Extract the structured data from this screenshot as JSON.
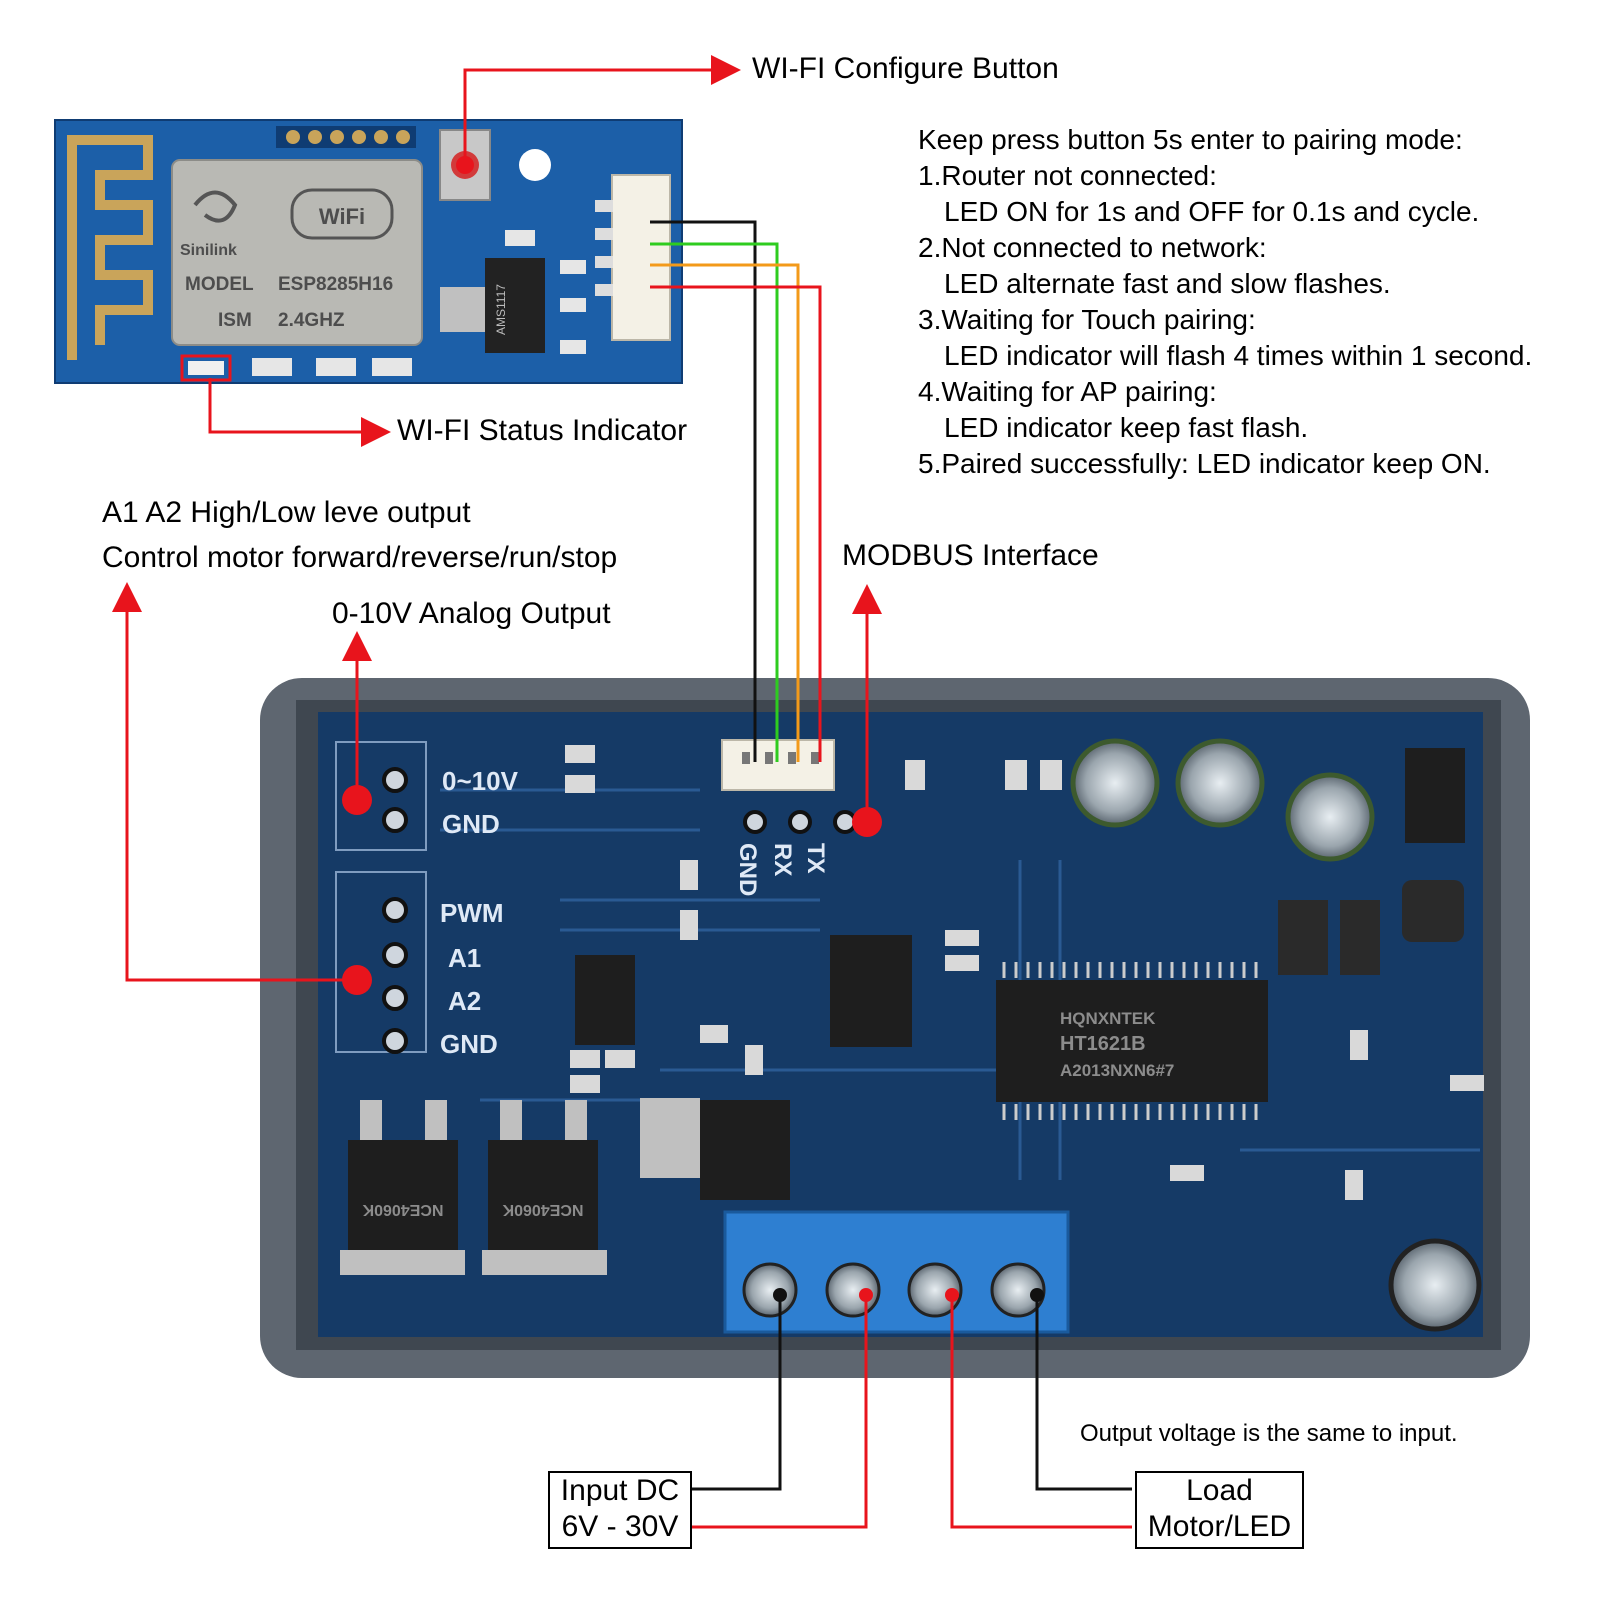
{
  "labels": {
    "wifi_button": "WI-FI Configure Button",
    "wifi_status": "WI-FI Status Indicator",
    "a1a2_line1": "A1 A2 High/Low leve output",
    "a1a2_line2": "Control motor forward/reverse/run/stop",
    "analog": "0-10V Analog Output",
    "modbus": "MODBUS Interface",
    "output_note": "Output voltage is the same to input."
  },
  "instructions": {
    "heading": "Keep press button 5s enter to pairing mode:",
    "steps": [
      {
        "title": "1.Router not connected:",
        "detail": "LED ON for 1s and OFF for 0.1s and cycle."
      },
      {
        "title": "2.Not connected to network:",
        "detail": "LED alternate fast and slow flashes."
      },
      {
        "title": "3.Waiting for Touch pairing:",
        "detail": "LED indicator will flash 4 times within 1 second."
      },
      {
        "title": "4.Waiting for AP pairing:",
        "detail": "LED indicator keep fast flash."
      },
      {
        "title": "5.Paired successfully: LED indicator keep ON.",
        "detail": ""
      }
    ]
  },
  "wifi_module": {
    "logo_text": "Sinilink",
    "wifi_badge": "WiFi",
    "model_label": "MODEL",
    "model_value": "ESP8285H16",
    "ism_label": "ISM",
    "ism_value": "2.4GHZ",
    "regulator": "AMS1117"
  },
  "board": {
    "pins_top": [
      "0~10V",
      "GND"
    ],
    "pins_side": [
      "PWM",
      "A1",
      "A2",
      "GND"
    ],
    "modbus_pins": [
      "GND",
      "RX",
      "TX"
    ],
    "chip": [
      "HQNXNTEK",
      "HT1621B",
      "A2013NXN6#7"
    ],
    "mosfets": [
      "NCE4060K",
      "NCE4060K"
    ]
  },
  "boxes": {
    "input_line1": "Input DC",
    "input_line2": "6V - 30V",
    "load_line1": "Load",
    "load_line2": "Motor/LED"
  },
  "colors": {
    "arrow": "#e8141c",
    "wire_black": "#111111",
    "wire_green": "#2ecc1f",
    "wire_orange": "#f39a1a",
    "wire_red": "#e8141c",
    "pcb_blue": "#1c5fa8",
    "board_navy": "#153a66",
    "case_gray": "#5e6670"
  }
}
